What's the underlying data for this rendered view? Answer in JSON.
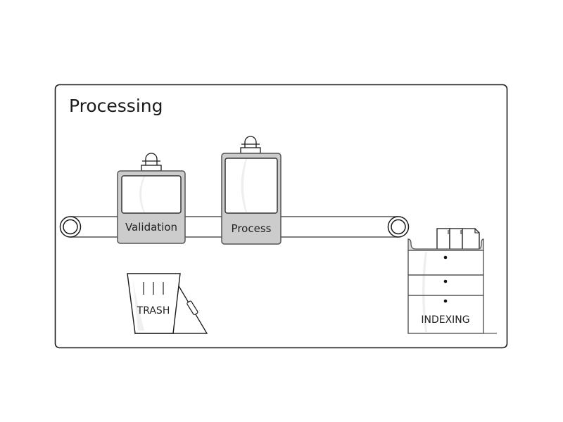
{
  "diagram": {
    "title": "Processing",
    "stations": [
      {
        "id": "validation",
        "label": "Validation"
      },
      {
        "id": "process",
        "label": "Process"
      }
    ],
    "trash": {
      "label": "TRASH"
    },
    "indexing": {
      "label": "INDEXING"
    },
    "colors": {
      "stroke": "#1a1a1a",
      "machine_fill": "#cccccc",
      "machine_stroke": "#555555",
      "screen_fill": "#ffffff",
      "highlight": "#eeeeee",
      "background": "#ffffff"
    }
  }
}
